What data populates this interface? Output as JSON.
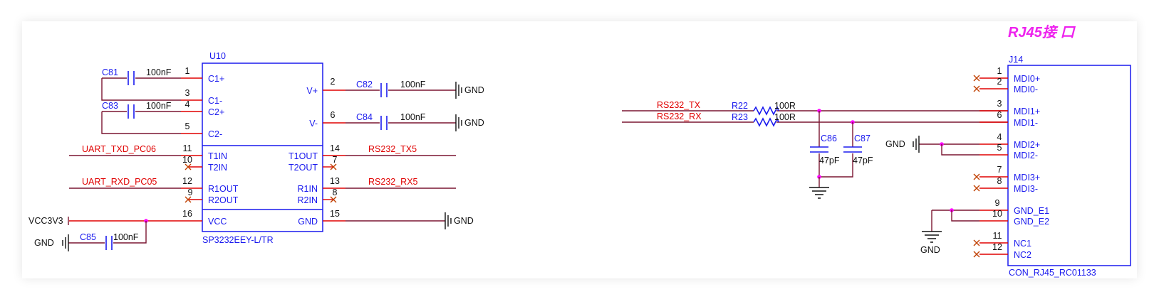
{
  "title": "RJ45接 口",
  "u10": {
    "ref": "U10",
    "part": "SP3232EEY-L/TR",
    "pins_left": [
      "C1+",
      "C1-",
      "C2+",
      "C2-",
      "T1IN",
      "T2IN",
      "R1OUT",
      "R2OUT",
      "VCC"
    ],
    "pins_right": [
      "V+",
      "V-",
      "T1OUT",
      "T2OUT",
      "R1IN",
      "R2IN",
      "GND"
    ],
    "pin_numbers": [
      "1",
      "3",
      "4",
      "5",
      "11",
      "10",
      "12",
      "9",
      "16",
      "2",
      "6",
      "14",
      "7",
      "13",
      "8",
      "15"
    ]
  },
  "caps": [
    {
      "ref": "C81",
      "value": "100nF"
    },
    {
      "ref": "C83",
      "value": "100nF"
    },
    {
      "ref": "C82",
      "value": "100nF"
    },
    {
      "ref": "C84",
      "value": "100nF"
    },
    {
      "ref": "C85",
      "value": "100nF"
    },
    {
      "ref": "C86",
      "value": "47pF"
    },
    {
      "ref": "C87",
      "value": "47pF"
    }
  ],
  "nets": {
    "uart_txd": "UART_TXD_PC06",
    "uart_rxd": "UART_RXD_PC05",
    "rs232_tx5": "RS232_TX5",
    "rs232_rx5": "RS232_RX5",
    "rs232_tx": "RS232_TX",
    "rs232_rx": "RS232_RX",
    "vcc": "VCC3V3",
    "gnd": "GND"
  },
  "resistors": [
    {
      "ref": "R22",
      "value": "100R"
    },
    {
      "ref": "R23",
      "value": "100R"
    }
  ],
  "j14": {
    "ref": "J14",
    "part": "CON_RJ45_RC01133",
    "pins": [
      "MDI0+",
      "MDI0-",
      "MDI1+",
      "MDI1-",
      "MDI2+",
      "MDI2-",
      "MDI3+",
      "MDI3-",
      "GND_E1",
      "GND_E2",
      "NC1",
      "NC2"
    ],
    "pin_numbers": [
      "1",
      "2",
      "3",
      "6",
      "4",
      "5",
      "7",
      "8",
      "9",
      "10",
      "11",
      "12"
    ]
  },
  "colors": {
    "wire": "#7a1530",
    "pin": "#e00000",
    "component": "#1a1aee",
    "title": "#ee22ee"
  }
}
